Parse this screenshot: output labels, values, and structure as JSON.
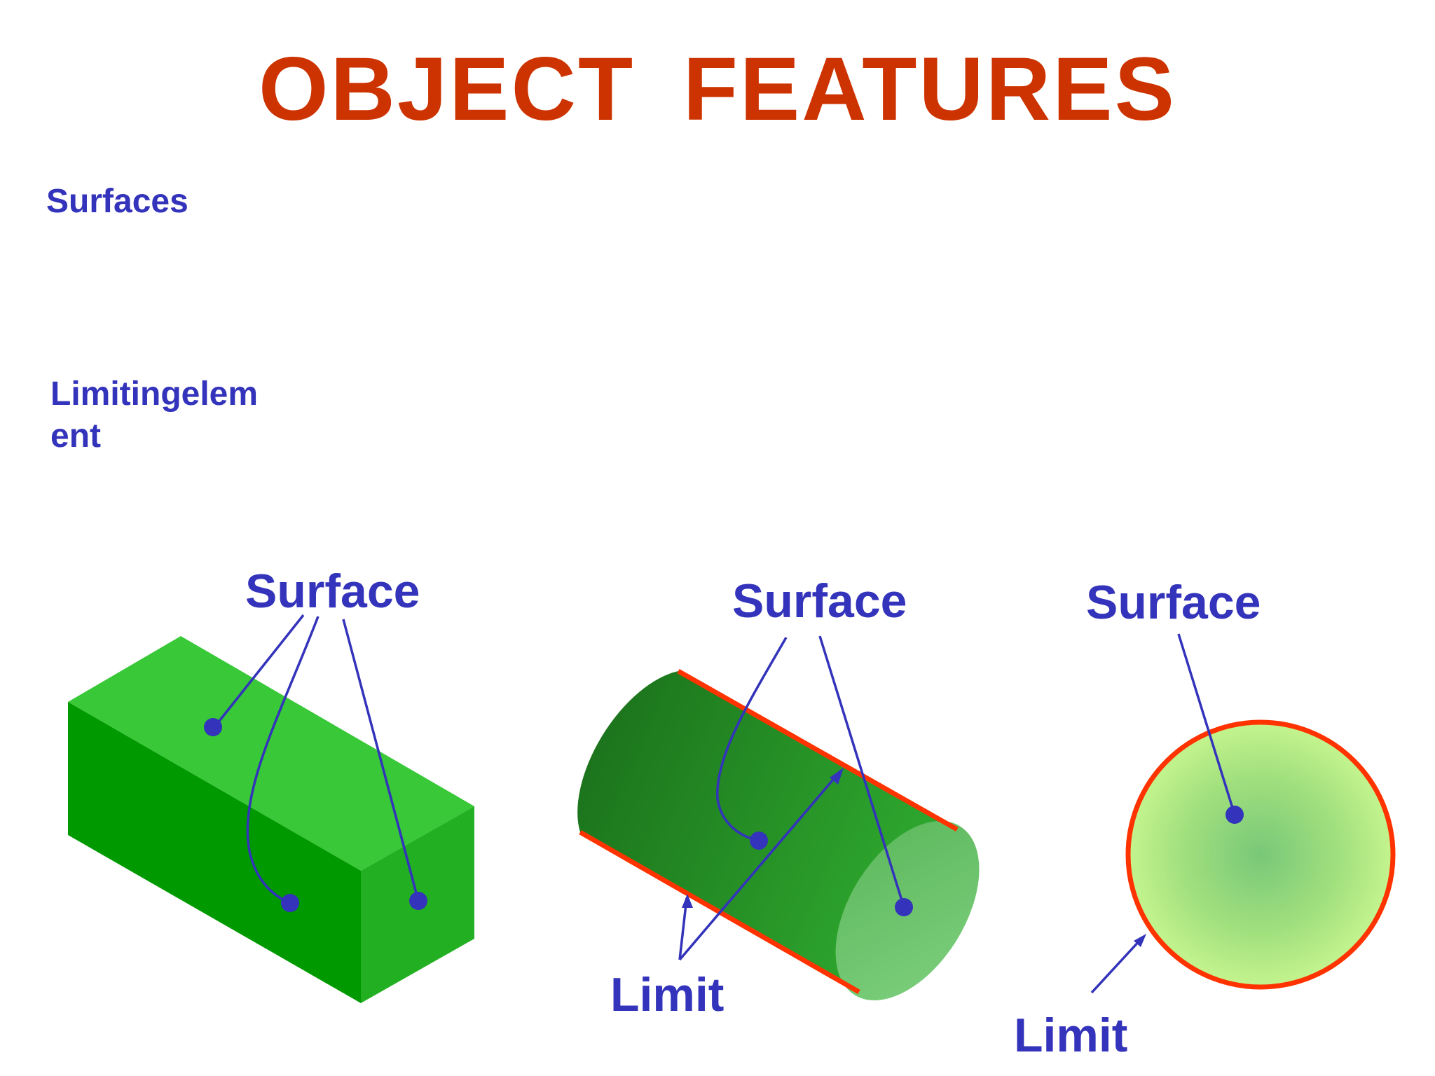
{
  "title": "OBJECT  FEATURES",
  "side_labels": {
    "surfaces": "Surfaces",
    "limiting_line1": "Limitingelem",
    "limiting_line2": "ent"
  },
  "figures": {
    "box": {
      "surface_label": "Surface"
    },
    "cylinder": {
      "surface_label": "Surface",
      "limit_label": "Limit"
    },
    "sphere": {
      "surface_label": "Surface",
      "limit_label": "Limit"
    }
  },
  "colors": {
    "title": "#cc3300",
    "label": "#3333bb",
    "limit_line": "#ff3300",
    "box_top": "#38c838",
    "box_front": "#009a00",
    "box_side": "#22b022"
  }
}
